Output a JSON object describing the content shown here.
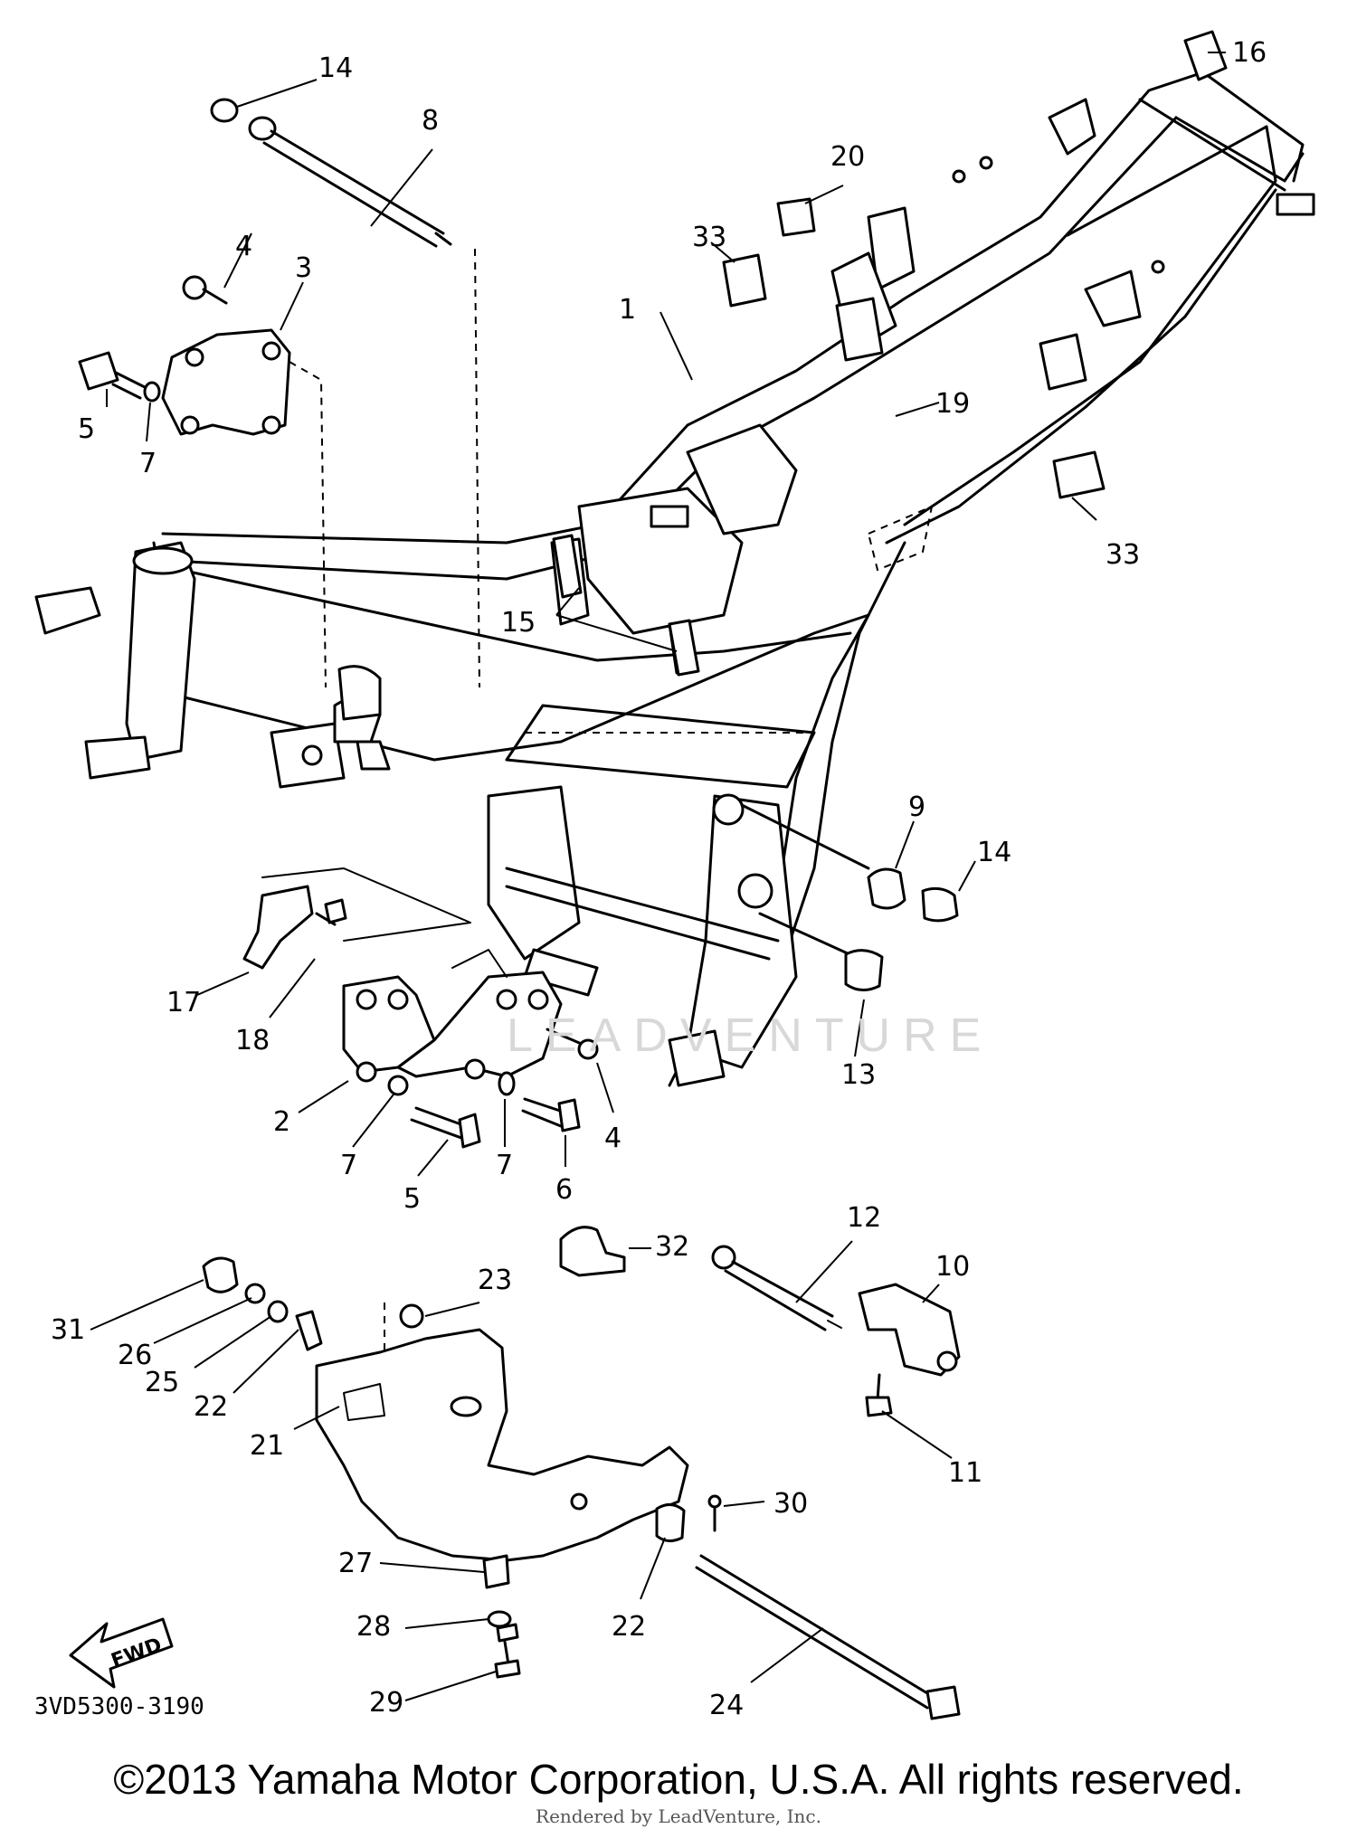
{
  "diagram": {
    "code": "3VD5300-3190",
    "copyright": "©2013 Yamaha Motor Corporation, U.S.A. All rights reserved.",
    "rendered_by": "Rendered by LeadVenture, Inc.",
    "watermark": "LEADVENTURE",
    "fwd_label": "FWD",
    "callouts": [
      "14",
      "8",
      "16",
      "20",
      "4",
      "3",
      "33",
      "1",
      "5",
      "7",
      "19",
      "33",
      "15",
      "9",
      "14",
      "17",
      "18",
      "13",
      "2",
      "7",
      "7",
      "4",
      "5",
      "6",
      "32",
      "12",
      "23",
      "10",
      "31",
      "26",
      "25",
      "22",
      "21",
      "11",
      "30",
      "27",
      "22",
      "28",
      "24",
      "29"
    ]
  }
}
